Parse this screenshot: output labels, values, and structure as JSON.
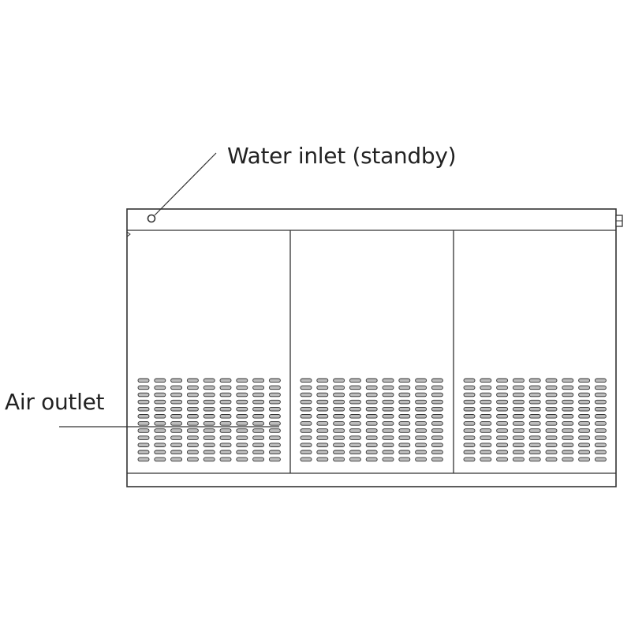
{
  "labels": {
    "water_inlet": "Water inlet (standby)",
    "air_outlet": "Air outlet"
  },
  "colors": {
    "line": "#333333",
    "background": "#ffffff",
    "vent_slot_fill": "#bdbdbd"
  },
  "unit": {
    "panel_count": 3,
    "vent_rows": 12,
    "vent_columns_per_panel": 9
  }
}
